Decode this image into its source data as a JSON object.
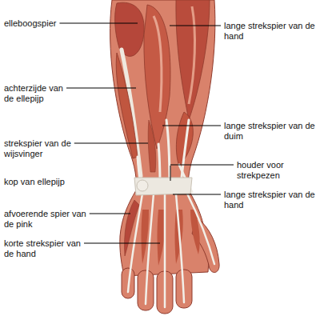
{
  "diagram": {
    "labels": [
      "elleboogspier",
      "lange strekspier van de hand",
      "achterzijde van de ellepijp",
      "lange strekspier van de duim",
      "strekspier van de wijsvinger",
      "houder voor strekpezen",
      "kop van ellepijp",
      "lange strekspier van de hand",
      "afvoerende spier van de pink",
      "korte strekspier van de hand"
    ]
  }
}
